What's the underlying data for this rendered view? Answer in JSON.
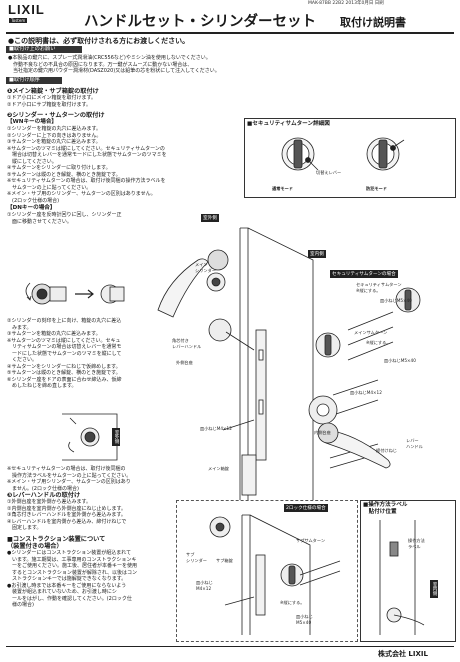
{
  "header": {
    "brand": "LIXIL",
    "brand_sub": "Tostem",
    "doc_code": "MAK-87BB 22B2 2013年0月日 日刷",
    "title": "ハンドルセット・シリンダーセット",
    "title_right": "取付け説明書"
  },
  "intro": "●この説明書は、必ず取付けされる方にお渡しください。",
  "caution": {
    "heading": "■取付け上のお願い",
    "lines": [
      "●本製品の鍵穴に、スプレー式潤滑油(CRC556など)やミシン油を使用しないでください。",
      "　作動不良などの不具合の原因になります。万一鍵がスムーズに動かない場合は、",
      "　当社指定の鍵穴用パウダー潤滑材(DASZ020)又は鉛筆の芯を粉状にして注入してください。"
    ]
  },
  "procedure_heading": "■取付け順序",
  "step1": {
    "heading": "❶メイン箱錠・サブ箱錠の取付け",
    "lines": [
      "①ドア小口にメイン箱錠を取付けます。",
      "②ドア小口にサブ箱錠を取付けます。"
    ]
  },
  "step2": {
    "heading": "❷シリンダー・サムターンの取付け",
    "wn_heading": "【WNキーの場合】",
    "wn_lines": [
      "①シリンダーを箱錠の丸穴に差込みます。",
      "②シリンダーに上下の向きはありません。",
      "③サムターンを箱錠の丸穴に差込みます。",
      "※サムターンのツマミは縦にしてください。セキュリティサムターンの",
      "　場合は切替えレバーを通常モードにした状態でサムターンのツマミを",
      "　縦にしてください。",
      "④サムターンをシリンダーに取り付けします。",
      "⑤サムターンは縦のとき解錠、横のとき施錠です。",
      "※セキュリティサムターンの場合は、取付け後同梱の操作方法ラベルを",
      "　サムターンの上に貼ってください。",
      "※メイン・サブ用のシリンダー、サムターンの区別はありません。",
      "　(2ロック仕様の場合)"
    ],
    "dn_heading": "【DNキーの場合】",
    "dn_lines_a": [
      "①シリンダー座を反時計回りに回し、シリンダー正",
      "　面に移動させてください。"
    ],
    "dn_lines_b": [
      "②シリンダーの刻印を上に向け、箱錠の丸穴に差込",
      "　みます。",
      "③サムターンを箱錠の丸穴に差込みます。",
      "※サムターンのツマミは縦にしてください。セキュ",
      "　リティサムターンの場合は切替えレバーを通常モ",
      "　ードにした状態でサムターンのツマミを縦にして",
      "　ください。",
      "④サムターンをシリンダーにねじで仮締めします。",
      "⑤サムターンは縦のとき解錠、横のとき施錠です。",
      "⑥シリンダー座をドアの表面に合わせ締込み、仮締",
      "　めしたねじを締め直します。"
    ],
    "dn_notes": [
      "※セキュリティサムターンの場合は、取付け後同梱の",
      "　操作方法ラベルをサムターンの上に貼ってください。",
      "※メイン・サブ用シリンダー、サムターンの区別はあり",
      "　ません。(2ロック仕様の場合)"
    ]
  },
  "step3": {
    "heading": "❸レバーハンドルの取付け",
    "lines": [
      "①外側台座を室外側から差込みます。",
      "②内側台座を室内側から外側台座にねじ止めします。",
      "③角芯付きレバーハンドルを室外側から差込みます。",
      "④レバーハンドルを室内側から差込み、締付けねじで",
      "　固定します。"
    ]
  },
  "construction": {
    "heading": "■コンストラクション装置について",
    "subheading": "（装置付きの場合）",
    "lines": [
      "●シリンダーにはコンストラクション装置が組込まれて",
      "　います。施工期間は、工事専用のコンストラクションキ",
      "　ーをご使用ください。施工後、居住者が本番キーを使用",
      "　するとコンストラクション装置が解除され、以後はコン",
      "　ストラクションキーでは施解錠できなくなります。",
      "●お引渡し時までは本番キーをご使用にならないよう",
      "　装置が組込まれていないため、お引渡し時にシ",
      "　ールをはがし、作動を確認してください。(2ロック仕",
      "　様の場合)"
    ]
  },
  "detail_box": {
    "title": "■セキュリティサムターン詳細図",
    "switch_label": "切替えレバー",
    "normal": "通常モード",
    "security": "防犯モード"
  },
  "diagram": {
    "outdoor": "室外側",
    "indoor": "室内側",
    "security_tag": "セキュリティサムターンの場合",
    "main_cylinder": "メイン\nシリンダー",
    "square_lever": "角芯付き\nレバーハンドル",
    "outer_base": "外側台座",
    "security_thumb": "セキュリティサムターン\n※縦にする。",
    "plate_screw": "皿小ねじM5×40",
    "main_thumb": "メインサムターン",
    "vertical": "※縦にする。",
    "screw_m5": "皿小ねじM5×40",
    "screw_m4": "皿小ねじM4×12",
    "inner_base": "内側台座",
    "fix_screw": "締付けねじ",
    "lever": "レバー\nハンドル",
    "main_box": "メイン箱錠",
    "screw_m4b": "皿小ねじM4×12"
  },
  "dn_figure": {
    "outdoor_tag": "室外側"
  },
  "two_lock": {
    "tag": "2ロック仕様の場合",
    "sub_cylinder": "サブ\nシリンダー",
    "sub_box": "サブ箱錠",
    "sub_thumb": "サブサムターン",
    "screw_a": "皿小ねじ\nM4×12",
    "screw_b": "皿小ねじ\nM5×40",
    "vertical": "※縦にする。"
  },
  "label_box": {
    "title": "■操作方法ラベル\n　貼付け位置",
    "label": "操作方法\nラベル",
    "indoor": "室内側"
  },
  "footer": {
    "company": "株式会社 LIXIL"
  }
}
